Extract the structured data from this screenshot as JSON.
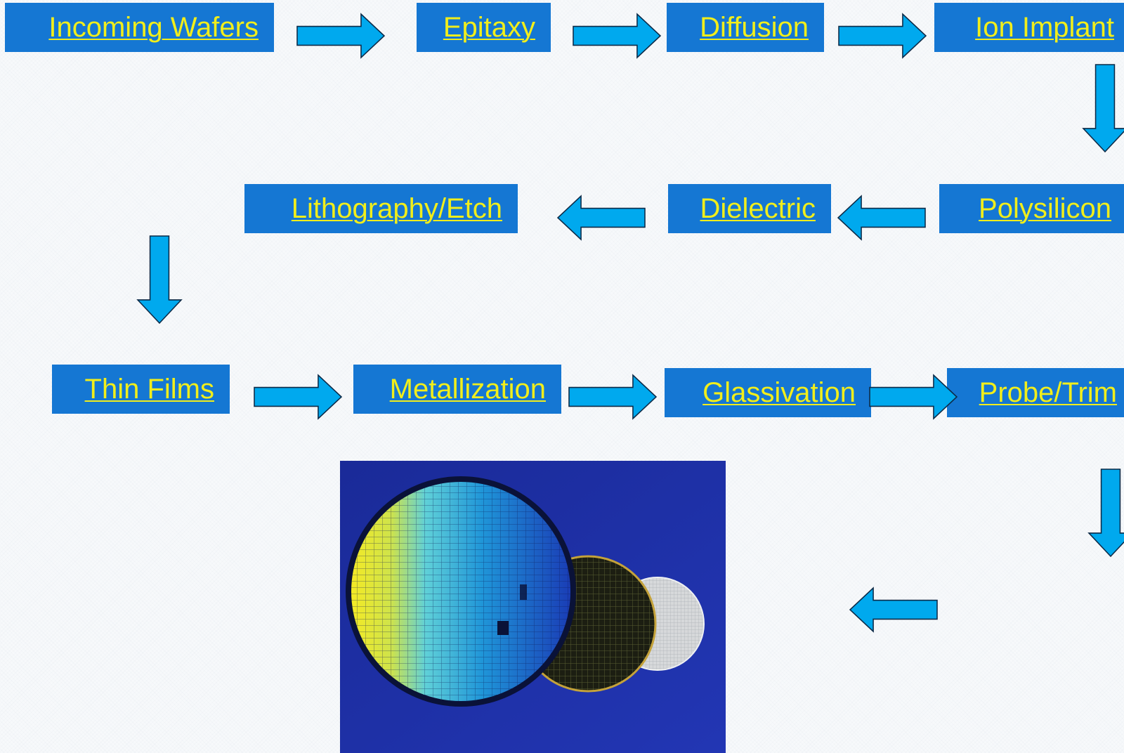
{
  "diagram": {
    "steps": [
      "Incoming Wafers",
      "Epitaxy",
      "Diffusion",
      "Ion Implant",
      "Polysilicon",
      "Dielectric",
      "Lithography/Etch",
      "Thin Films",
      "Metallization",
      "Glassivation",
      "Probe/Trim"
    ]
  },
  "colors": {
    "box_fill": "#1577d3",
    "link_text": "#f1ee1b",
    "arrow_fill": "#00a9ee",
    "arrow_stroke": "#0d2a47",
    "photo_background": "#1c2c9c"
  },
  "photo": {
    "subject": "silicon wafers of several diameters on a blue background"
  }
}
